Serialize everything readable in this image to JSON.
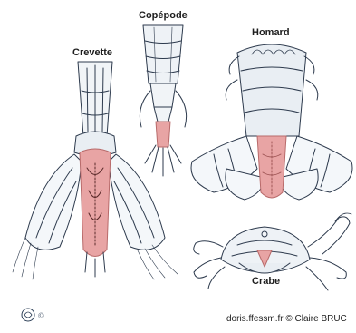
{
  "labels": {
    "crevette": "Crevette",
    "copepode": "Copépode",
    "homard": "Homard",
    "crabe": "Crabe"
  },
  "credit": {
    "source": "doris.ffessm.fr",
    "copyright": "©",
    "author": "Claire BRUC"
  },
  "logo_text": "©",
  "colors": {
    "ink": "#2d3a4d",
    "highlight": "#e8a4a4",
    "highlight_dark": "#c86b6b",
    "shell": "#f1f4f7"
  }
}
